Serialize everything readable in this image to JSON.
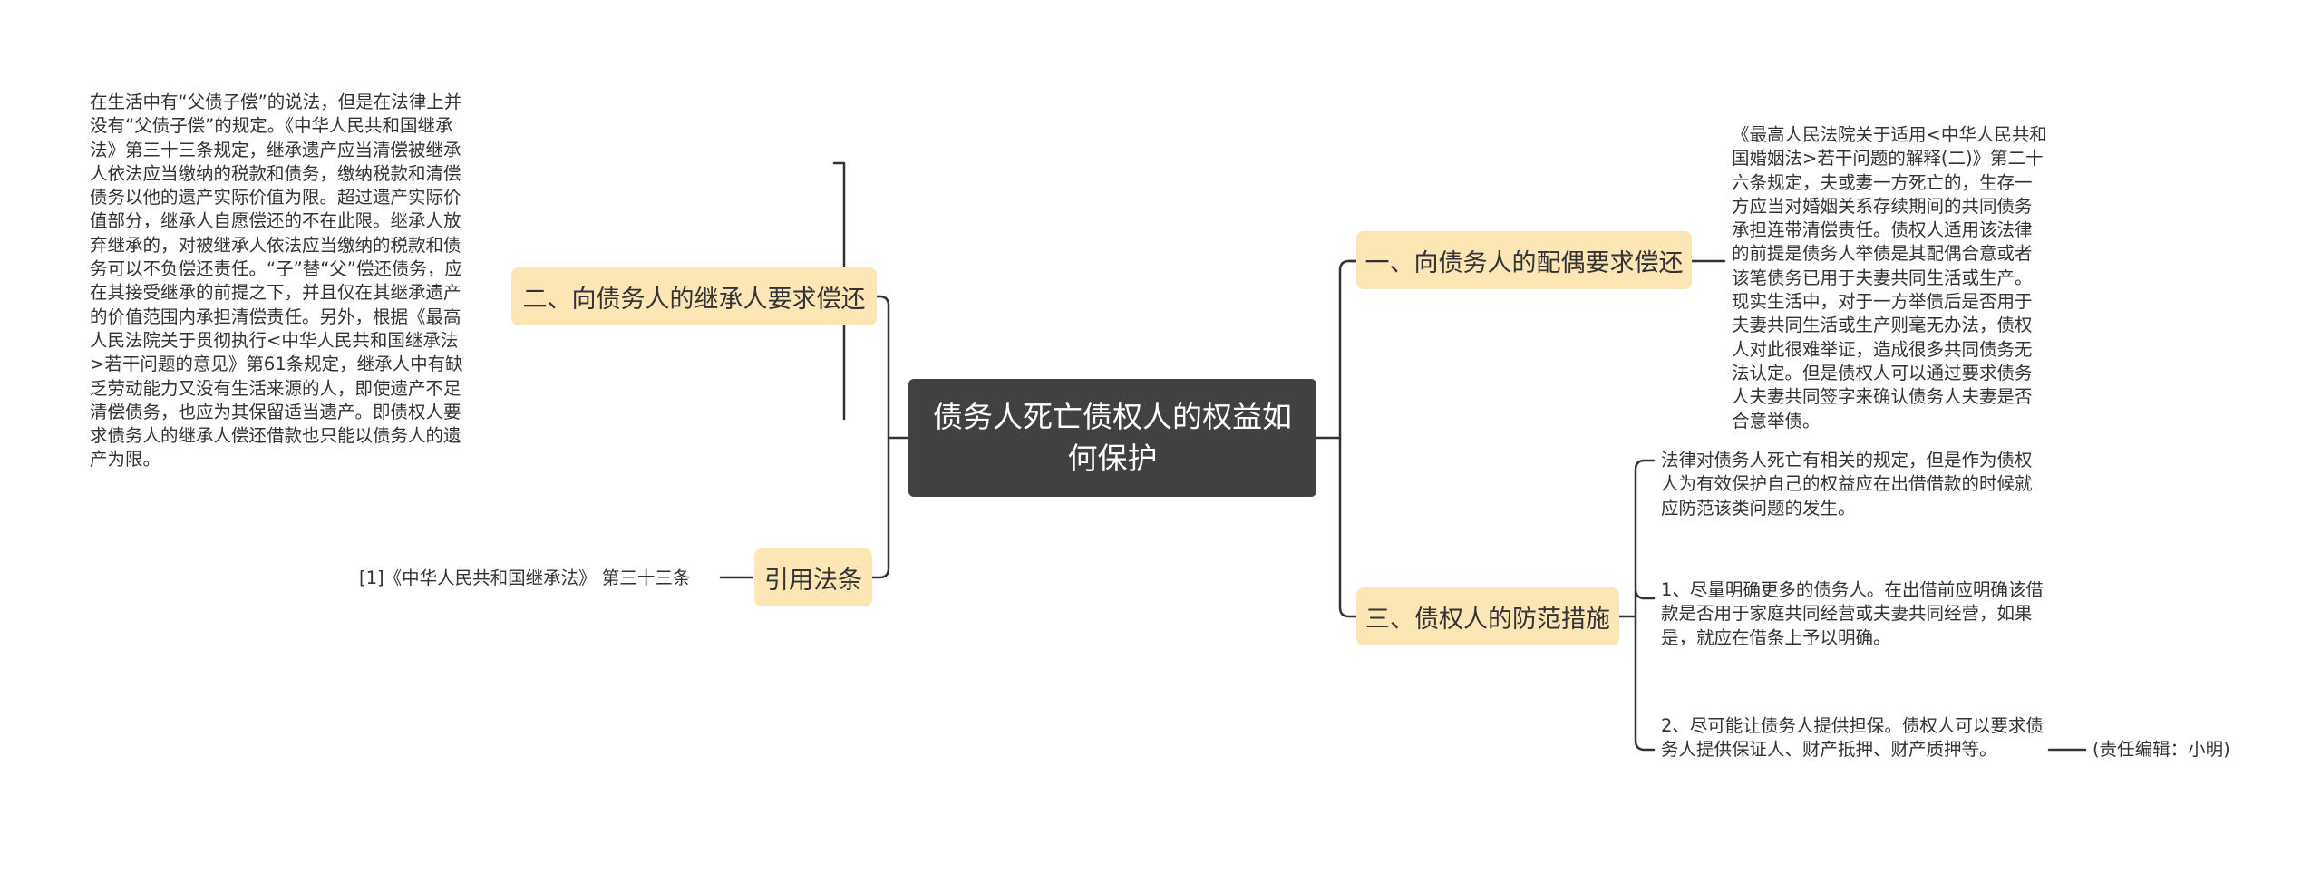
{
  "root": {
    "title": "债务人死亡债权人的权益如何保护"
  },
  "branches": [
    {
      "label": "二、向债务人的继承人要求偿还",
      "leaves": [
        "在生活中有“父债子偿”的说法，但是在法律上并没有“父债子偿”的规定。《中华人民共和国继承法》第三十三条规定，继承遗产应当清偿被继承人依法应当缴纳的税款和债务，缴纳税款和清偿债务以他的遗产实际价值为限。超过遗产实际价值部分，继承人自愿偿还的不在此限。继承人放弃继承的，对被继承人依法应当缴纳的税款和债务可以不负偿还责任。“子”替“父”偿还债务，应在其接受继承的前提之下，并且仅在其继承遗产的价值范围内承担清偿责任。另外，根据《最高人民法院关于贯彻执行<中华人民共和国继承法>若干问题的意见》第61条规定，继承人中有缺乏劳动能力又没有生活来源的人，即使遗产不足清偿债务，也应为其保留适当遗产。即债权人要求债务人的继承人偿还借款也只能以债务人的遗产为限。"
      ]
    },
    {
      "label": "引用法条",
      "leaves": [
        "[1]《中华人民共和国继承法》 第三十三条"
      ]
    },
    {
      "label": "一、向债务人的配偶要求偿还",
      "leaves": [
        "《最高人民法院关于适用<中华人民共和国婚姻法>若干问题的解释(二)》第二十六条规定，夫或妻一方死亡的，生存一方应当对婚姻关系存续期间的共同债务承担连带清偿责任。债权人适用该法律的前提是债务人举债是其配偶合意或者该笔债务已用于夫妻共同生活或生产。现实生活中，对于一方举债后是否用于夫妻共同生活或生产则毫无办法，债权人对此很难举证，造成很多共同债务无法认定。但是债权人可以通过要求债务人夫妻共同签字来确认债务人夫妻是否合意举债。"
      ]
    },
    {
      "label": "三、债权人的防范措施",
      "leaves": [
        "法律对债务人死亡有相关的规定，但是作为债权人为有效保护自己的权益应在出借借款的时候就应防范该类问题的发生。",
        "1、尽量明确更多的债务人。在出借前应明确该借款是否用于家庭共同经营或夫妻共同经营，如果是，就应在借条上予以明确。",
        "2、尽可能让债务人提供担保。债权人可以要求债务人提供保证人、财产抵押、财产质押等。"
      ],
      "sub_leaf": "(责任编辑：小明)"
    }
  ]
}
